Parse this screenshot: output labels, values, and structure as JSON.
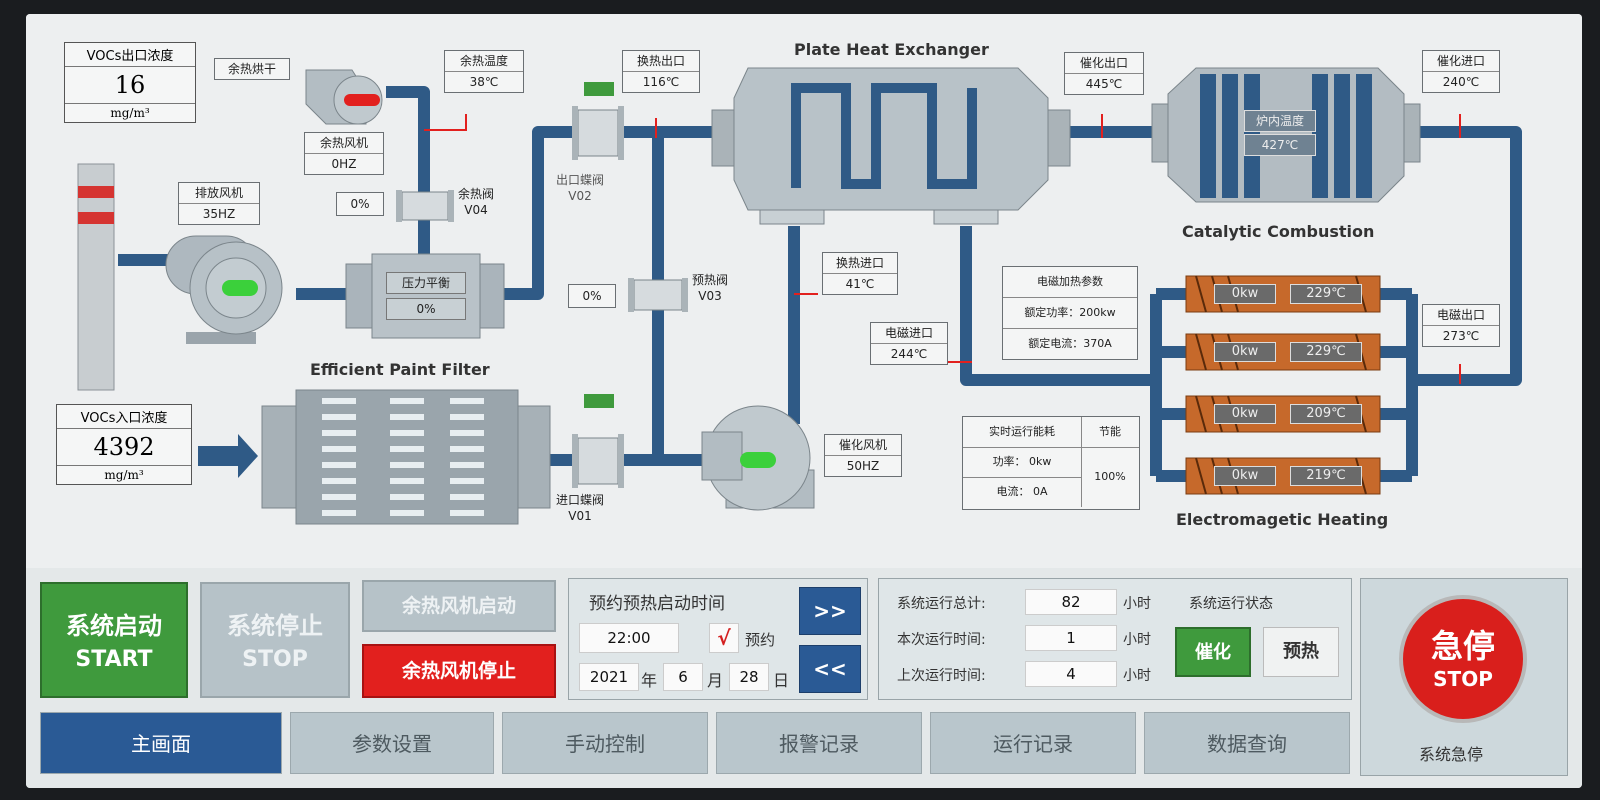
{
  "titles": {
    "plate_hx": "Plate Heat Exchanger",
    "catalytic": "Catalytic Combustion",
    "paint_filter": "Efficient Paint Filter",
    "em_heating": "Electromagetic Heating"
  },
  "vocs_out": {
    "label": "VOCs出口浓度",
    "value": "16",
    "unit": "mg/m³"
  },
  "vocs_in": {
    "label": "VOCs入口浓度",
    "value": "4392",
    "unit": "mg/m³"
  },
  "waste_heat_dryer": "余热烘干",
  "waste_heat_temp": {
    "label": "余热温度",
    "value": "38℃"
  },
  "waste_heat_fan": {
    "label": "余热风机",
    "value": "0HZ"
  },
  "exhaust_fan": {
    "label": "排放风机",
    "value": "35HZ"
  },
  "v04": {
    "pct": "0%",
    "name": "余热阀",
    "code": "V04"
  },
  "pressure_balance": {
    "label": "压力平衡",
    "value": "0%"
  },
  "hx_outlet": {
    "label": "换热出口",
    "value": "116℃"
  },
  "outlet_valve": {
    "name": "出口蝶阀",
    "code": "V02"
  },
  "v03": {
    "pct": "0%",
    "name": "预热阀",
    "code": "V03"
  },
  "hx_inlet": {
    "label": "换热进口",
    "value": "41℃"
  },
  "inlet_valve": {
    "name": "进口蝶阀",
    "code": "V01"
  },
  "cat_fan": {
    "label": "催化风机",
    "value": "50HZ"
  },
  "cat_out": {
    "label": "催化出口",
    "value": "445℃"
  },
  "cat_in": {
    "label": "催化进口",
    "value": "240℃"
  },
  "furnace_temp": {
    "label": "炉内温度",
    "value": "427℃"
  },
  "em_params": {
    "title": "电磁加热参数",
    "power": "额定功率：200kw",
    "current": "额定电流：370A"
  },
  "em_inlet": {
    "label": "电磁进口",
    "value": "244℃"
  },
  "em_outlet": {
    "label": "电磁出口",
    "value": "273℃"
  },
  "heaters": [
    {
      "power": "0kw",
      "temp": "229℃"
    },
    {
      "power": "0kw",
      "temp": "229℃"
    },
    {
      "power": "0kw",
      "temp": "209℃"
    },
    {
      "power": "0kw",
      "temp": "219℃"
    }
  ],
  "energy": {
    "title": "实时运行能耗",
    "saving": "节能",
    "power": "功率：  0kw",
    "current": "电流：   0A",
    "saving_value": "100%"
  },
  "controls": {
    "start_cn": "系统启动",
    "start_en": "START",
    "stop_cn": "系统停止",
    "stop_en": "STOP",
    "fan_start": "余热风机启动",
    "fan_stop": "余热风机停止",
    "schedule_title": "预约预热启动时间",
    "time": "22:00",
    "check": "√",
    "reserve": "预约",
    "year": "2021",
    "year_u": "年",
    "month": "6",
    "month_u": "月",
    "day": "28",
    "day_u": "日",
    "next": ">>",
    "prev": "<<",
    "run_total_label": "系统运行总计:",
    "run_total": "82",
    "hours": "小时",
    "this_run_label": "本次运行时间:",
    "this_run": "1",
    "last_run_label": "上次运行时间:",
    "last_run": "4",
    "status_label": "系统运行状态",
    "mode_cat": "催化",
    "mode_pre": "预热",
    "estop_cn": "急停",
    "estop_en": "STOP",
    "estop_label": "系统急停"
  },
  "nav": [
    "主画面",
    "参数设置",
    "手动控制",
    "报警记录",
    "运行记录",
    "数据查询"
  ],
  "colors": {
    "pipe": "#2f5a86",
    "green": "#3f9a3d",
    "red": "#e2201e",
    "navy": "#2a5a95"
  }
}
